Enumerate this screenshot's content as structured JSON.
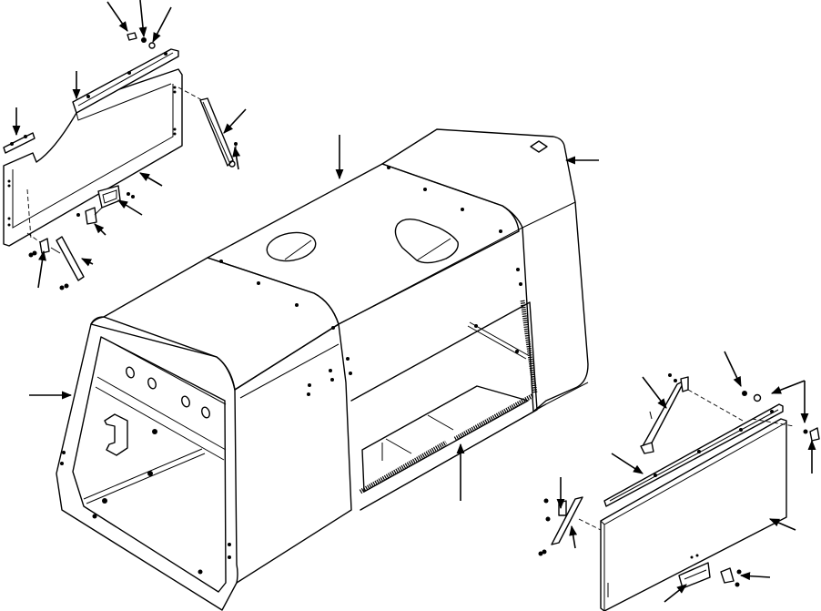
{
  "diagram": {
    "title": "",
    "description": "Exploded-view line drawing of a machine hood / engine enclosure with side access doors, gas springs, hinges, latches and fasteners",
    "style": {
      "line_color": "#000000",
      "background_color": "#ffffff"
    },
    "components": [
      {
        "id": "hood-main",
        "label": "",
        "description": "Main hood enclosure with two top openings (round and rounded-trapezoid)"
      },
      {
        "id": "front-frame",
        "label": "",
        "description": "Front rounded frame opening of the hood"
      },
      {
        "id": "rear-cap",
        "label": "",
        "description": "Rear raised cap section with small square vent"
      },
      {
        "id": "left-door-frame",
        "label": "",
        "description": "Upper-left exploded door frame with cut-out"
      },
      {
        "id": "left-hinge-long",
        "label": "",
        "description": "Long hinge strip on left door"
      },
      {
        "id": "left-hinge-short",
        "label": "",
        "description": "Short hinge strip on left door"
      },
      {
        "id": "left-gas-spring-upper",
        "label": "",
        "description": "Gas spring stay, upper-left"
      },
      {
        "id": "left-gas-spring-lower",
        "label": "",
        "description": "Gas spring stay, lower-left"
      },
      {
        "id": "left-latch",
        "label": "",
        "description": "Latch assembly on left door"
      },
      {
        "id": "right-door-panel",
        "label": "",
        "description": "Lower-right exploded side door panel"
      },
      {
        "id": "right-hinge",
        "label": "",
        "description": "Long hinge strip on right door"
      },
      {
        "id": "right-gas-spring-upper",
        "label": "",
        "description": "Gas spring stay, upper-right"
      },
      {
        "id": "right-gas-spring-lower",
        "label": "",
        "description": "Gas spring stay, lower-right"
      },
      {
        "id": "right-latch",
        "label": "",
        "description": "Latch assembly on right door"
      },
      {
        "id": "seal-strip",
        "label": "",
        "description": "Rubber seal strip along side opening"
      },
      {
        "id": "fasteners",
        "label": "",
        "description": "Bolts, nuts and washers"
      }
    ],
    "leader_count": 27,
    "text_labels": []
  }
}
